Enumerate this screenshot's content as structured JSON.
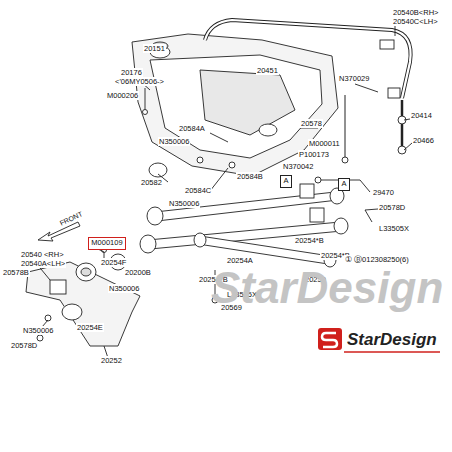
{
  "diagram": {
    "nodes": [
      {
        "text": [
          "M000109"
        ]
      },
      {
        "text": [
          "A"
        ]
      },
      {
        "text": [
          "A"
        ]
      }
    ],
    "labels": [
      "20151",
      "20176",
      "<'06MY0506->",
      "M000206",
      "20451",
      "20540B<RH>",
      "20540C<LH>",
      "20578",
      "N370029",
      "20414",
      "20466",
      "20584A",
      "N350006",
      "M000011",
      "P100173",
      "N370042",
      "29470",
      "20582",
      "20584C",
      "20584B",
      "N350006",
      "20578D",
      "L33505X",
      "20254*B",
      "20254*B",
      "20254A",
      "20200B",
      "20254*B",
      "20250",
      "L33505X",
      "20569",
      "20540 <RH>",
      "20540A<LH>",
      "20578B",
      "20254F",
      "N350006",
      "N350006",
      "20254E",
      "20578D",
      "20252",
      "FRONT",
      "① Ⓑ012308250(6)",
      "StarDesign",
      "StarDesign"
    ]
  }
}
